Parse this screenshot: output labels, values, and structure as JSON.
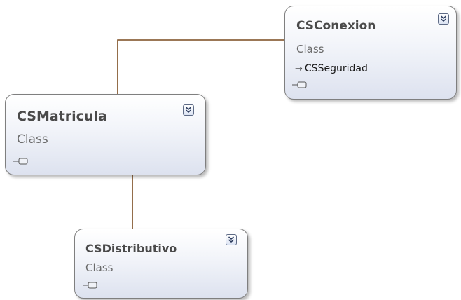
{
  "diagram": {
    "classes": [
      {
        "id": "csconexion",
        "name": "CSConexion",
        "kind": "Class",
        "members": [
          {
            "name": "CSSeguridad",
            "icon": "inheritance-arrow-icon"
          }
        ],
        "expand_icon": "expand-chevron-icon",
        "interface_icon": "lollipop-interface-icon"
      },
      {
        "id": "csmatricula",
        "name": "CSMatricula",
        "kind": "Class",
        "members": [],
        "expand_icon": "expand-chevron-icon",
        "interface_icon": "lollipop-interface-icon"
      },
      {
        "id": "csdistributivo",
        "name": "CSDistributivo",
        "kind": "Class",
        "members": [],
        "expand_icon": "expand-chevron-icon",
        "interface_icon": "lollipop-interface-icon"
      }
    ],
    "connectors": [
      {
        "from": "CSMatricula",
        "to": "CSConexion"
      },
      {
        "from": "CSMatricula",
        "to": "CSDistributivo"
      }
    ],
    "colors": {
      "connector": "#7a4a1e",
      "shape_border": "#7f7f7f",
      "shape_fill_top": "#ffffff",
      "shape_fill_bottom": "#dde2ef"
    }
  }
}
